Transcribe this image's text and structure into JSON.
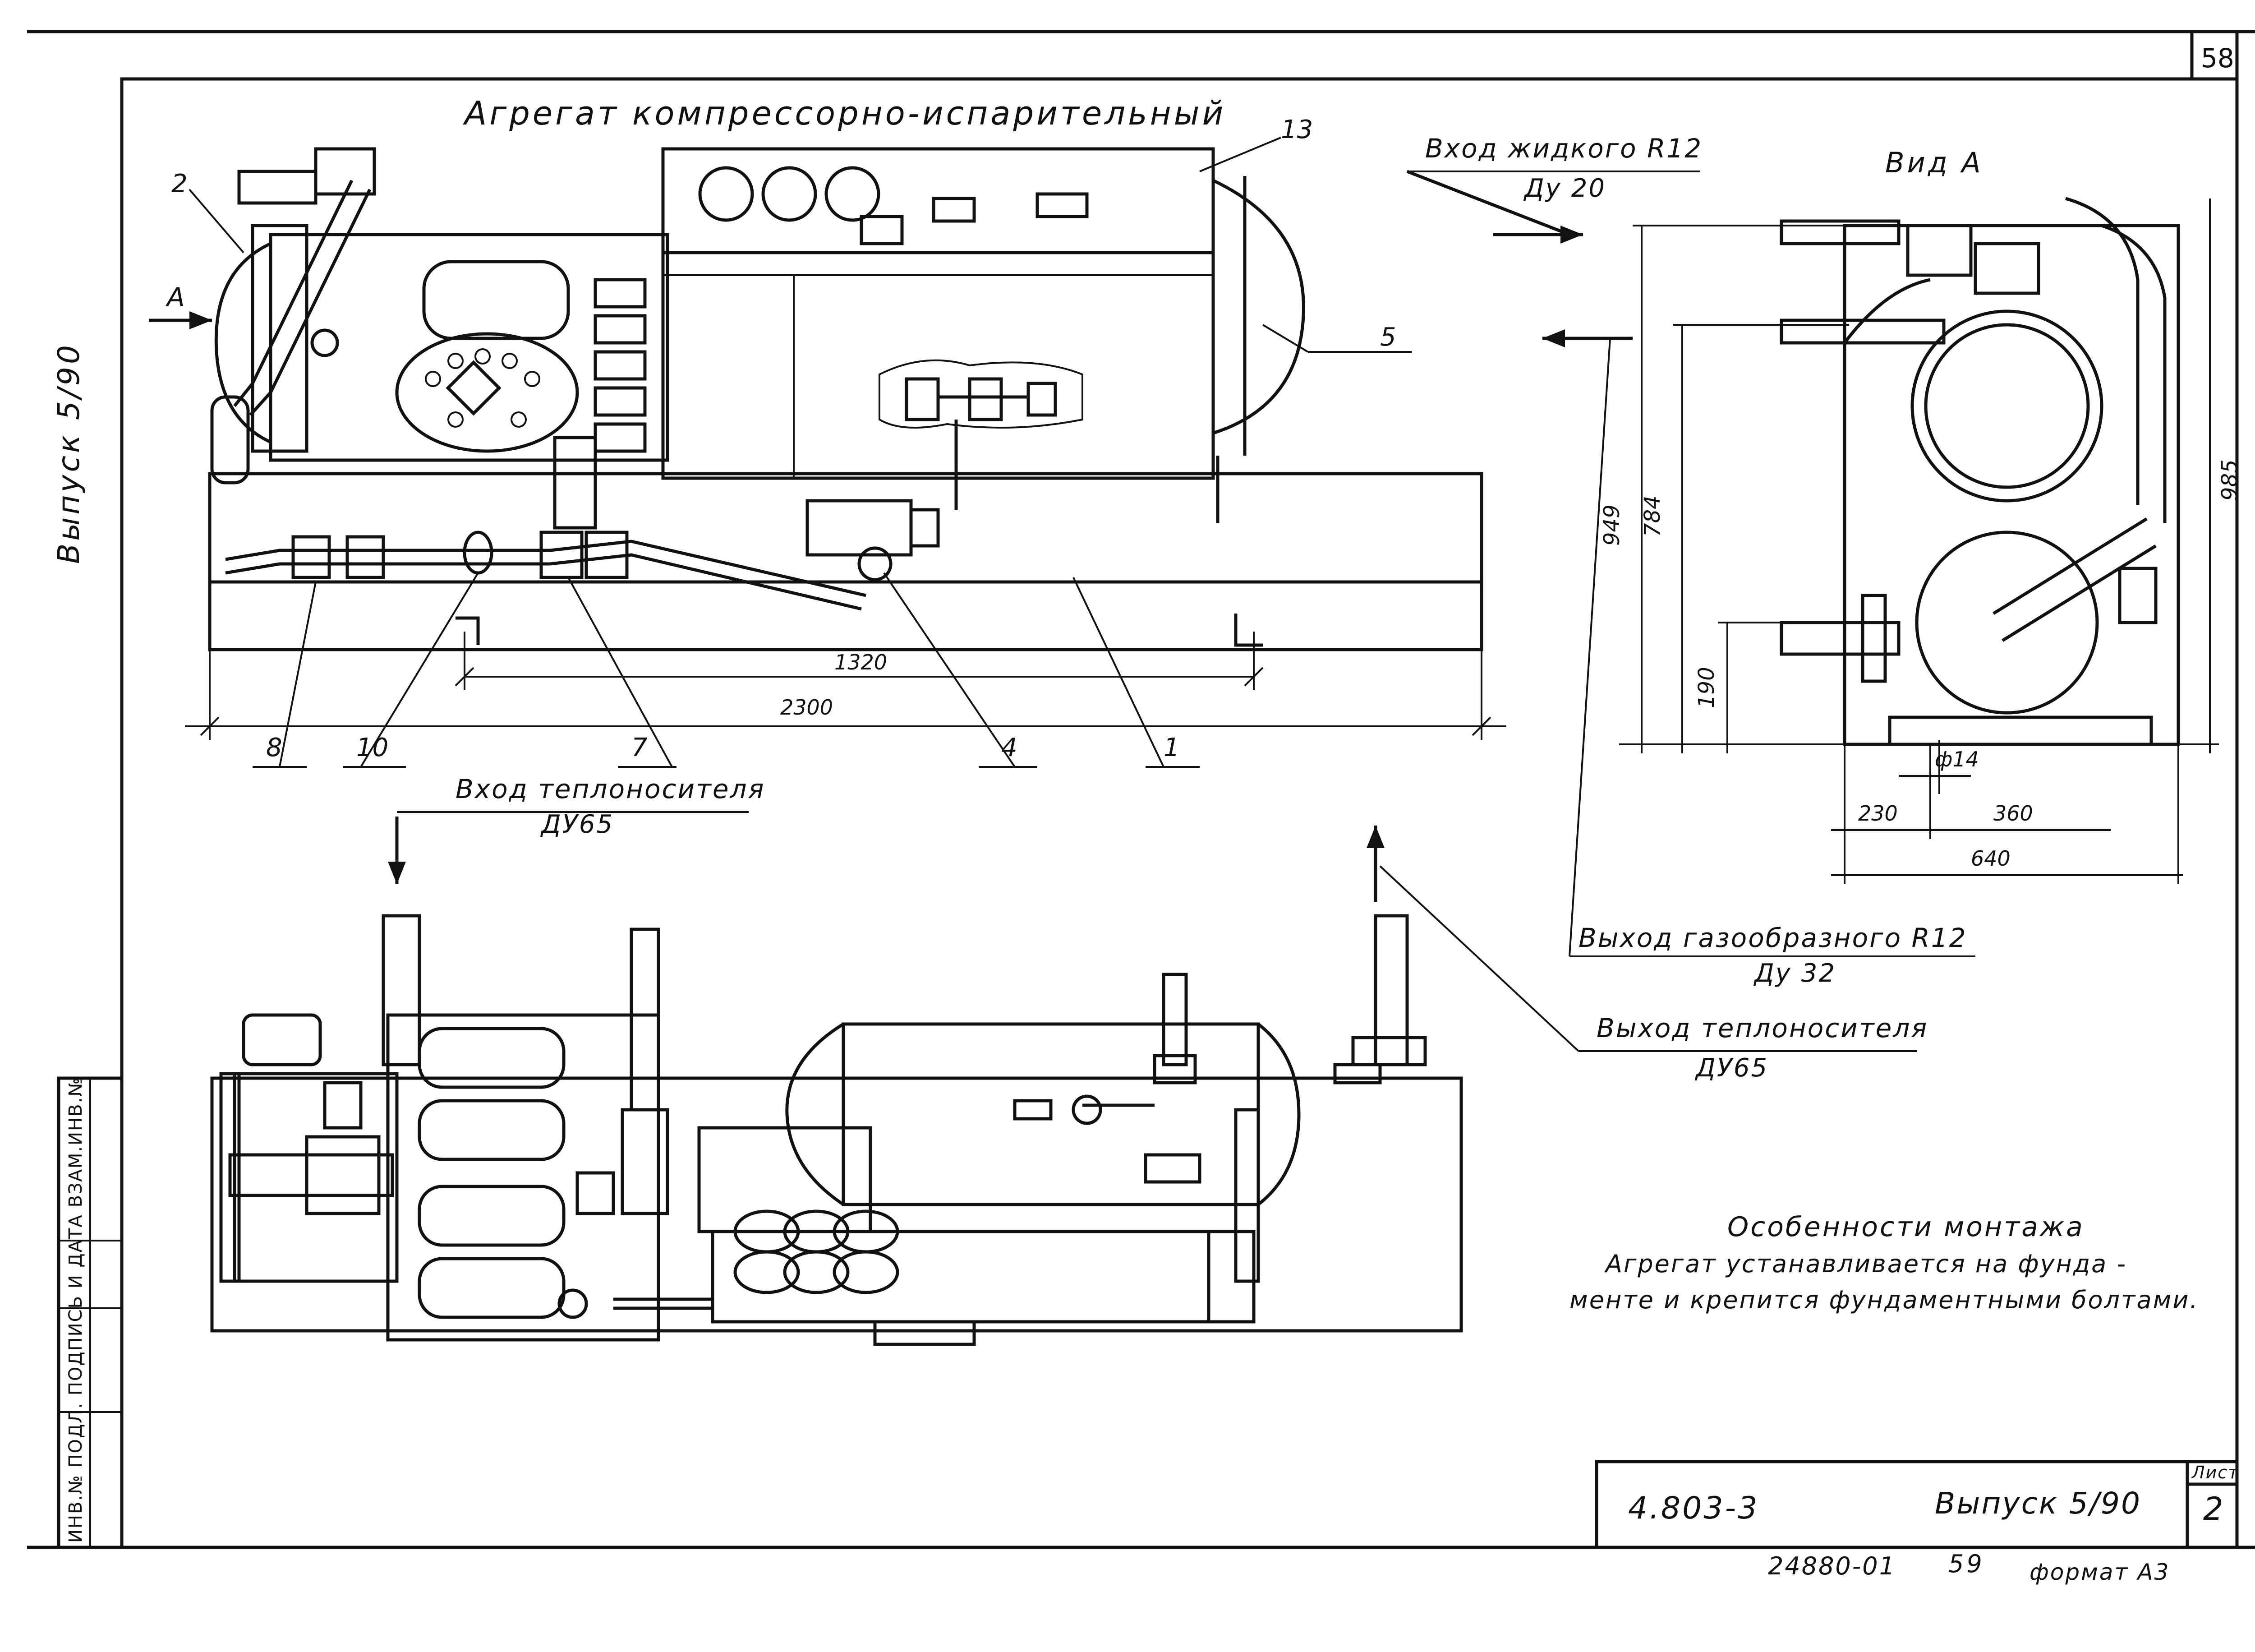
{
  "sheet": {
    "page_number": "58",
    "main_title": "Агрегат компрессорно-испарительный",
    "side_series": "Выпуск 5/90",
    "stamp_label": "ИНВ.№ ПОДЛ. ПОДПИСЬ И ДАТА ВЗАМ.ИНВ.№"
  },
  "top_view": {
    "callouts": [
      "2",
      "13",
      "5",
      "8",
      "10",
      "7",
      "4",
      "1"
    ],
    "view_arrow": "А",
    "dimensions": {
      "inner": "1320",
      "overall": "2300"
    }
  },
  "view_a": {
    "title": "Вид А",
    "inlet_liquid": {
      "text": "Вход жидкого R12",
      "size": "Ду 20"
    },
    "dimensions": {
      "h949": "949",
      "h784": "784",
      "h985": "985",
      "h190": "190",
      "hole": "ф14",
      "w230": "230",
      "w360": "360",
      "w640": "640"
    }
  },
  "pipes": {
    "coolant_in": {
      "text": "Вход теплоносителя",
      "size": "ДУ65"
    },
    "gas_out": {
      "text": "Выход газообразного R12",
      "size": "Ду 32"
    },
    "coolant_out": {
      "text": "Выход теплоносителя",
      "size": "ДУ65"
    }
  },
  "notes": {
    "heading": "Особенности монтажа",
    "line1": "Агрегат устанавливается на фунда -",
    "line2": "менте и крепится фундаментными болтами."
  },
  "title_block": {
    "doc_code": "4.803-3",
    "series": "Выпуск 5/90",
    "sheet_label": "Лист",
    "sheet_no": "2",
    "archive_no": "24880-01",
    "copy_no": "59",
    "format": "формат А3"
  }
}
